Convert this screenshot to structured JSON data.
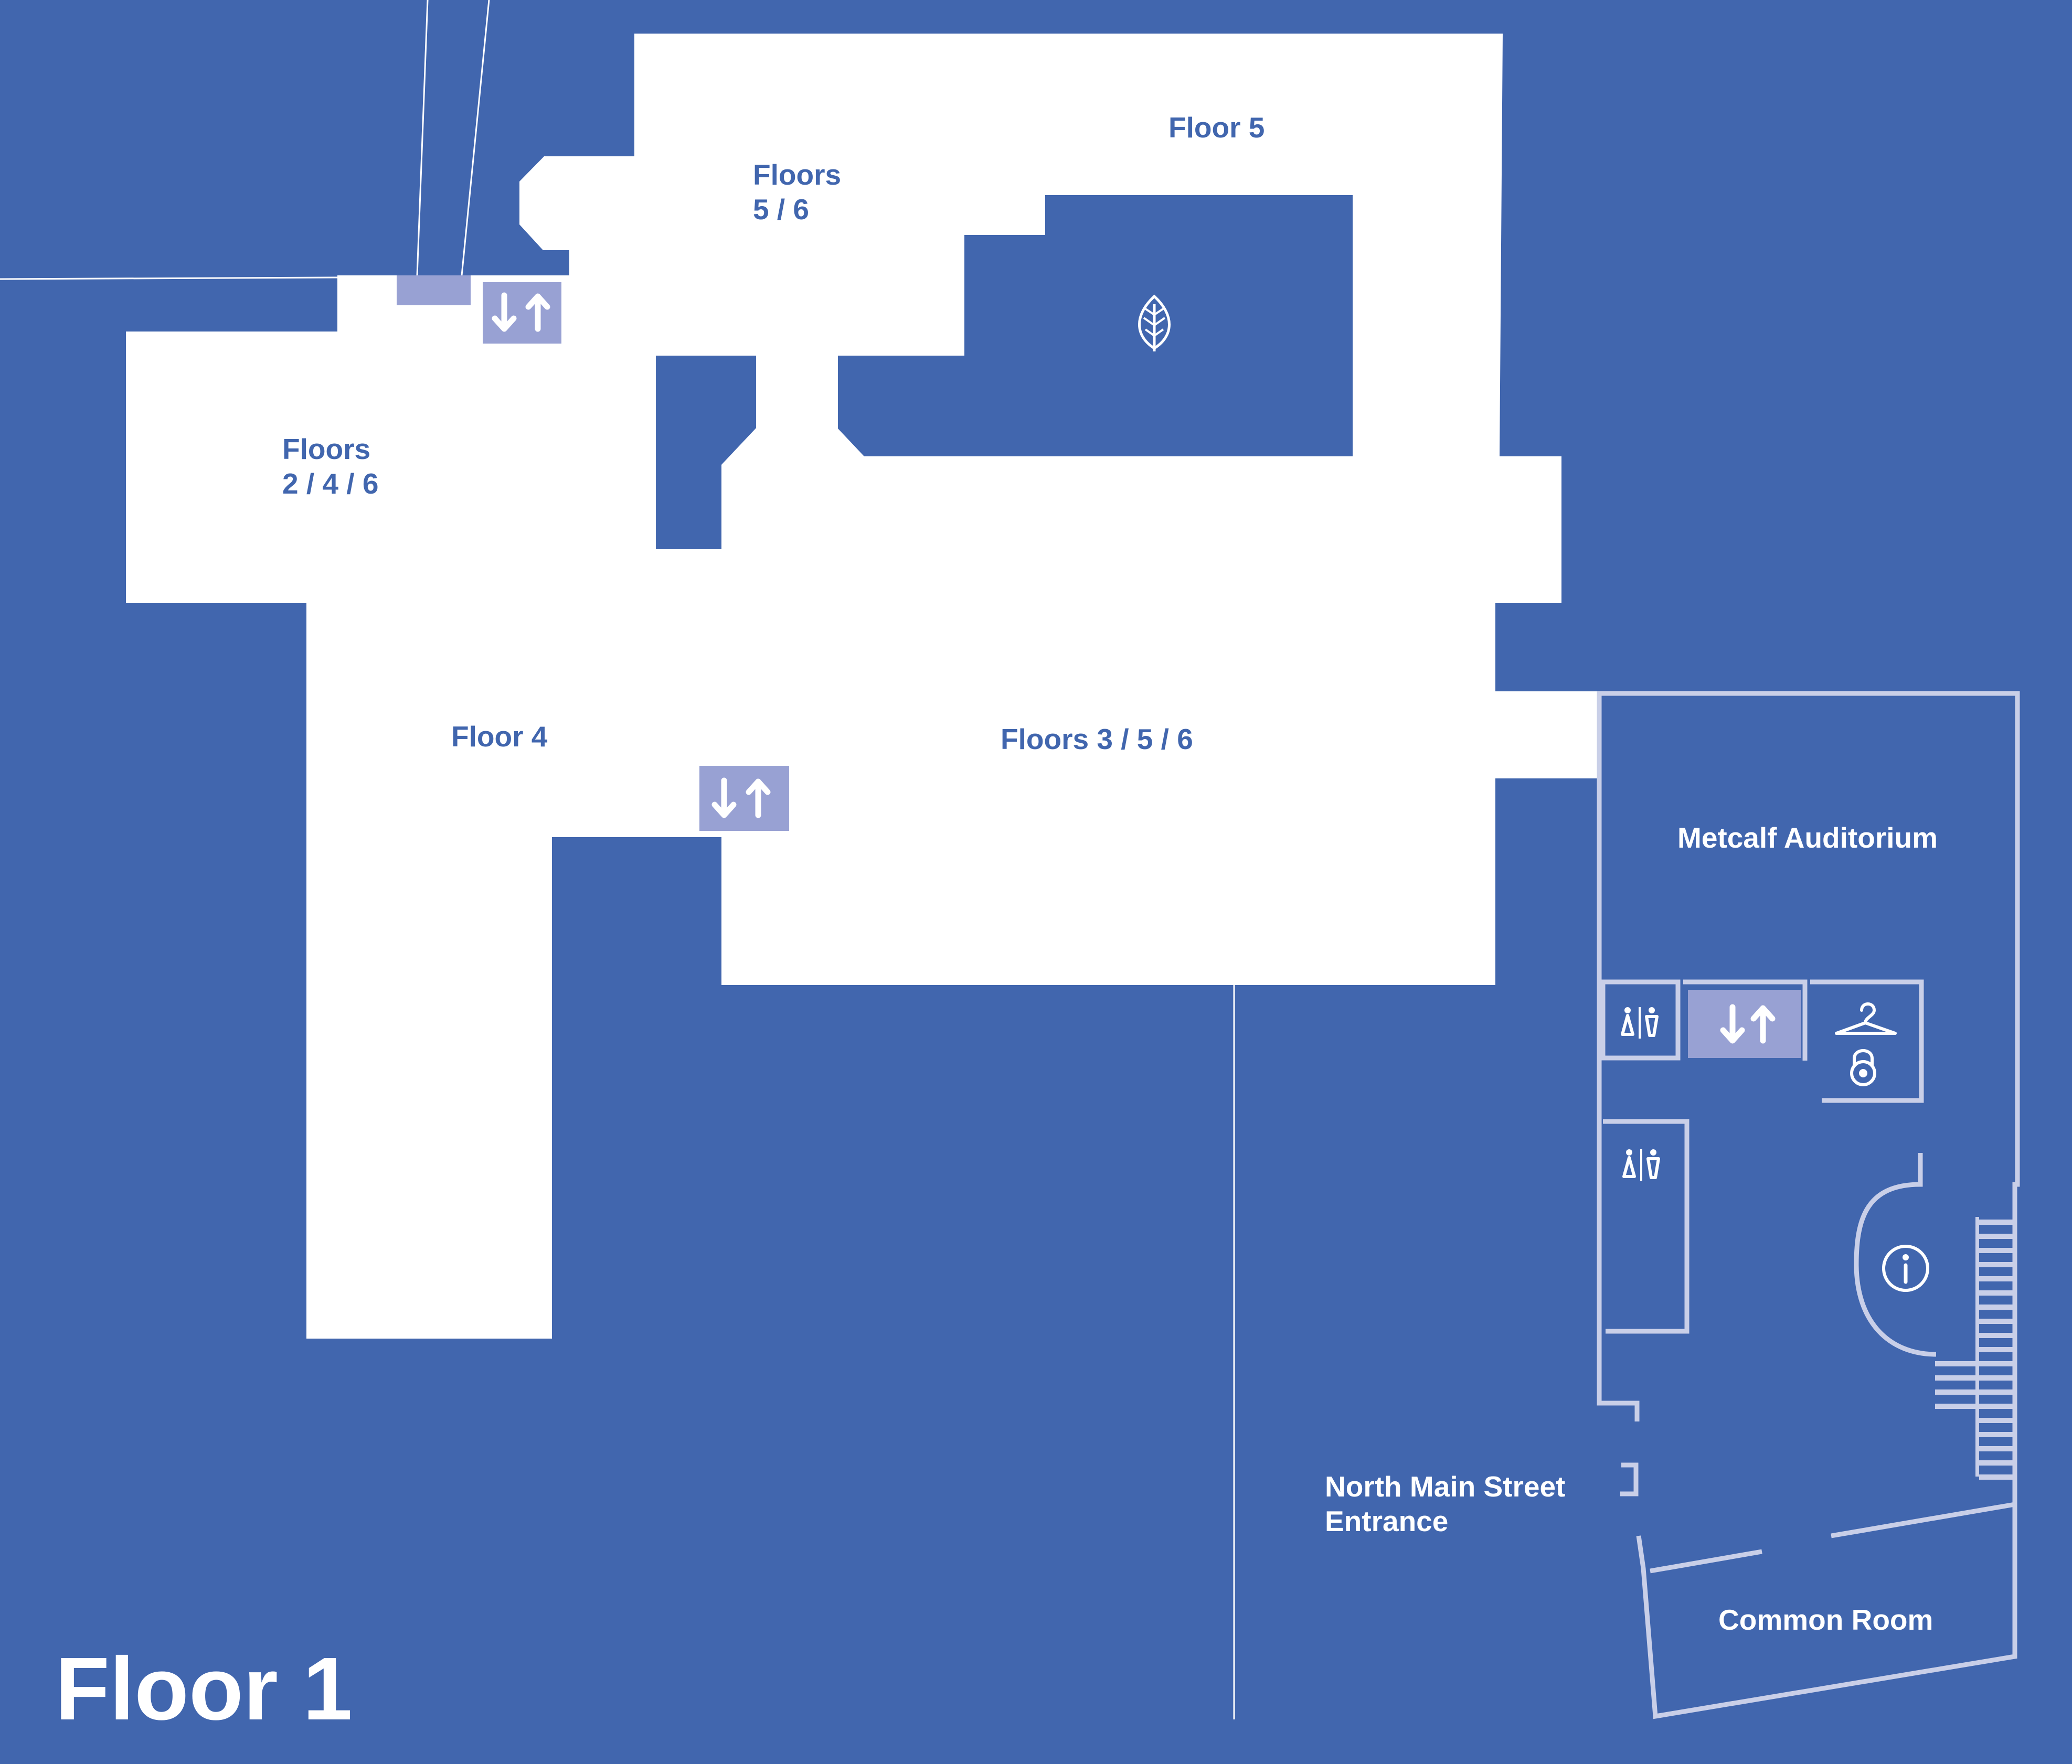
{
  "map": {
    "title": "Floor 1",
    "labels": {
      "floor5": "Floor 5",
      "floors56_line1": "Floors",
      "floors56_line2": "5 / 6",
      "floors246_line1": "Floors",
      "floors246_line2": "2 / 4 / 6",
      "floor4": "Floor 4",
      "floors356": "Floors 3 / 5 / 6",
      "metcalf": "Metcalf Auditorium",
      "entrance_line1": "North Main Street",
      "entrance_line2": "Entrance",
      "common_room": "Common Room"
    },
    "icons": [
      "leaf-icon",
      "elevator-icon",
      "restroom-icon",
      "coat-check-icon",
      "locker-icon",
      "info-icon",
      "stairs-icon"
    ],
    "colors": {
      "background": "#4166ae",
      "upper_floor_area": "#ffffff",
      "elevator": "#98a1d3",
      "floor1_outline": "#c9cfe8"
    }
  }
}
